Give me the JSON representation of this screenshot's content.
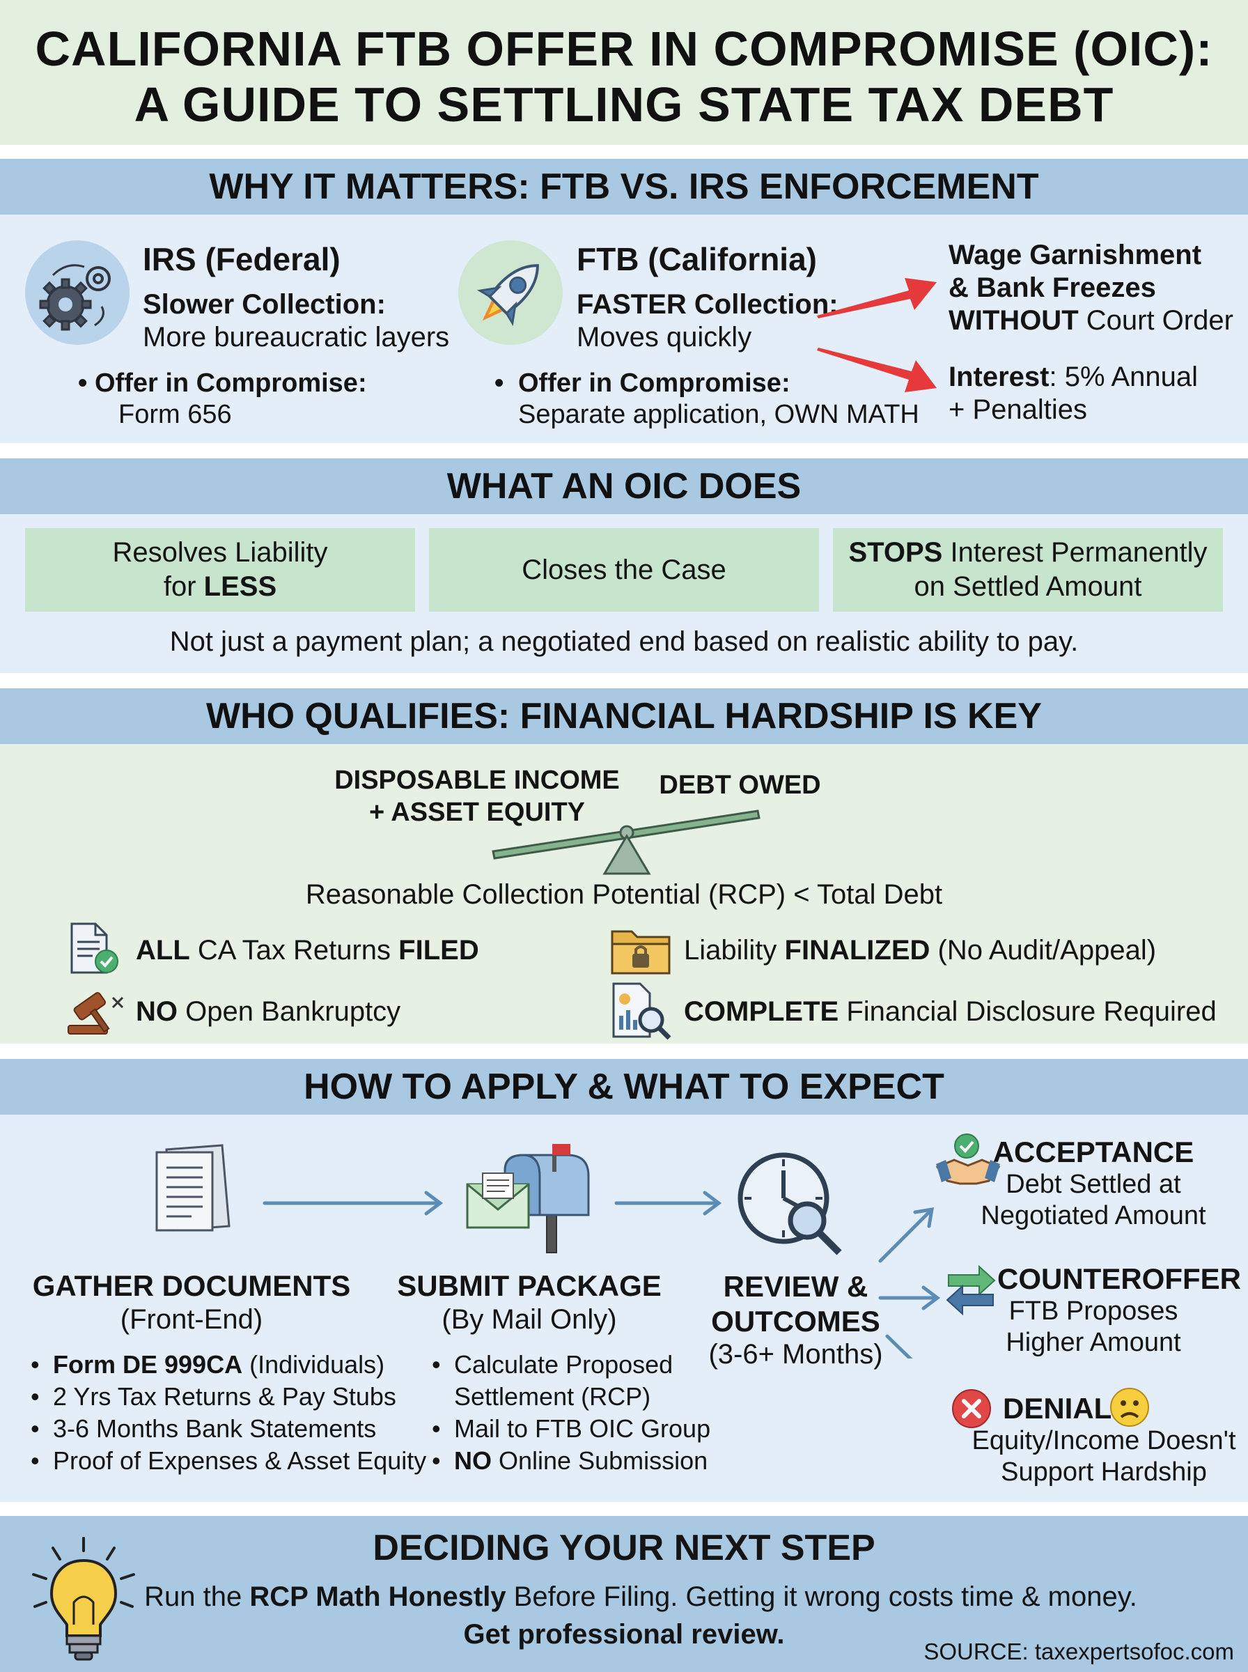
{
  "title": {
    "line1": "CALIFORNIA FTB OFFER IN COMPROMISE (OIC):",
    "line2": "A GUIDE TO SETTLING STATE TAX DEBT"
  },
  "why": {
    "heading": "WHY IT MATTERS: FTB VS. IRS ENFORCEMENT",
    "irs": {
      "title": "IRS (Federal)",
      "collection_label": "Slower Collection:",
      "collection_text": "More bureaucratic layers",
      "oic_label": "Offer in Compromise:",
      "oic_text": "Form 656"
    },
    "ftb": {
      "title": "FTB (California)",
      "collection_label": "FASTER Collection:",
      "collection_text": "Moves quickly",
      "oic_label": "Offer in Compromise:",
      "oic_text": "Separate application, OWN MATH"
    },
    "garnish": {
      "line1": "Wage Garnishment",
      "line2": "& Bank Freezes",
      "line3_bold": "WITHOUT",
      "line3_rest": " Court Order"
    },
    "interest": {
      "bold": "Interest",
      "rest": ": 5% Annual",
      "line2": "+ Penalties"
    }
  },
  "oic": {
    "heading": "WHAT AN OIC DOES",
    "box1_line1": "Resolves Liability",
    "box1_line2_pre": "for ",
    "box1_line2_bold": "LESS",
    "box2": "Closes the Case",
    "box3_bold": "STOPS",
    "box3_rest": " Interest Permanently",
    "box3_line2": "on Settled Amount",
    "note": "Not just a payment plan; a negotiated end based on realistic ability to pay."
  },
  "qual": {
    "heading": "WHO QUALIFIES: FINANCIAL HARDSHIP IS KEY",
    "left_weight_line1": "DISPOSABLE INCOME",
    "left_weight_line2": "+ ASSET EQUITY",
    "right_weight": "DEBT OWED",
    "formula": "Reasonable Collection Potential (RCP) < Total Debt",
    "item1_b1": "ALL",
    "item1_mid": " CA Tax Returns ",
    "item1_b2": "FILED",
    "item2_pre": "Liability ",
    "item2_bold": "FINALIZED",
    "item2_rest": " (No Audit/Appeal)",
    "item3_bold": "NO",
    "item3_rest": " Open Bankruptcy",
    "item4_bold": "COMPLETE",
    "item4_rest": " Financial Disclosure Required"
  },
  "apply": {
    "heading": "HOW TO APPLY & WHAT TO EXPECT",
    "gather_title": "GATHER DOCUMENTS",
    "gather_sub": "(Front-End)",
    "gather_items": {
      "i1_bold": "Form DE 999CA",
      "i1_rest": " (Individuals)",
      "i2": "2 Yrs Tax Returns & Pay Stubs",
      "i3": "3-6 Months Bank Statements",
      "i4": "Proof of Expenses & Asset Equity"
    },
    "submit_title": "SUBMIT PACKAGE",
    "submit_sub": "(By Mail Only)",
    "submit_items": {
      "i1_line1": "Calculate Proposed",
      "i1_line2": "Settlement (RCP)",
      "i2": "Mail to FTB OIC Group",
      "i3_bold": "NO",
      "i3_rest": " Online Submission"
    },
    "review_title_line1": "REVIEW &",
    "review_title_line2": "OUTCOMES",
    "review_sub": "(3-6+ Months)",
    "acceptance_title": "ACCEPTANCE",
    "acceptance_line1": "Debt Settled at",
    "acceptance_line2": "Negotiated Amount",
    "counter_title": "COUNTEROFFER",
    "counter_line1": "FTB Proposes",
    "counter_line2": "Higher Amount",
    "denial_title": "DENIAL",
    "denial_line1": "Equity/Income Doesn't",
    "denial_line2": "Support Hardship"
  },
  "next": {
    "heading": "DECIDING YOUR NEXT STEP",
    "line1_pre": "Run the ",
    "line1_bold": "RCP Math Honestly",
    "line1_rest": " Before Filing. Getting it wrong costs time & money.",
    "line2": "Get professional review.",
    "source": "SOURCE: taxexpertsofoc.com"
  },
  "colors": {
    "section_header": "#a9c8e1",
    "blue_body": "#e4eef8",
    "green_body": "#e6f1e3",
    "oic_box": "#c7e4cc",
    "arrow_red": "#e5393b",
    "flow_arrow": "#5b8cb5"
  }
}
